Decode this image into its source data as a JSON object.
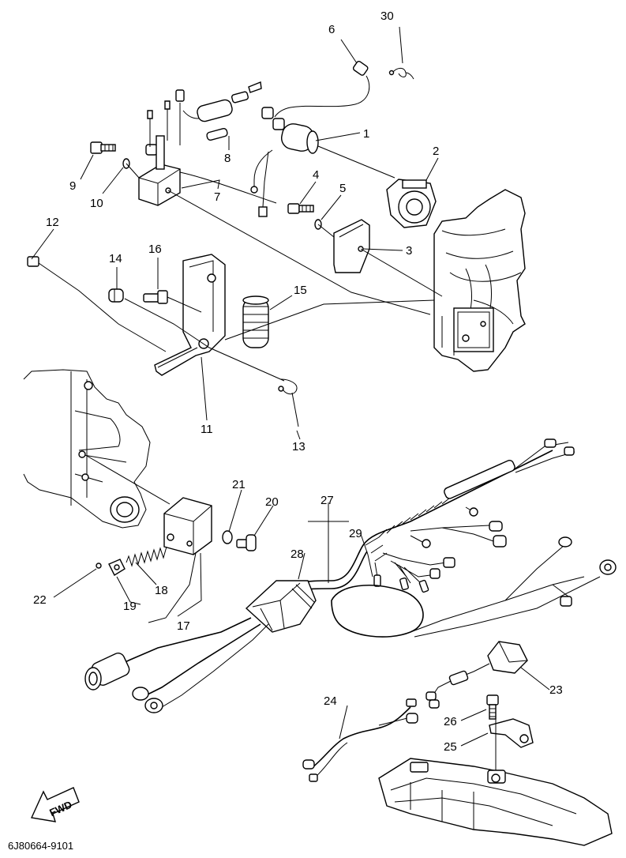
{
  "callouts": [
    {
      "id": "30",
      "label": "30"
    },
    {
      "id": "6",
      "label": "6"
    },
    {
      "id": "1",
      "label": "1"
    },
    {
      "id": "2",
      "label": "2"
    },
    {
      "id": "4",
      "label": "4"
    },
    {
      "id": "5",
      "label": "5"
    },
    {
      "id": "3",
      "label": "3"
    },
    {
      "id": "8",
      "label": "8"
    },
    {
      "id": "9",
      "label": "9"
    },
    {
      "id": "10",
      "label": "10"
    },
    {
      "id": "7",
      "label": "7"
    },
    {
      "id": "12",
      "label": "12"
    },
    {
      "id": "14",
      "label": "14"
    },
    {
      "id": "16",
      "label": "16"
    },
    {
      "id": "15",
      "label": "15"
    },
    {
      "id": "11",
      "label": "11"
    },
    {
      "id": "13",
      "label": "13"
    },
    {
      "id": "21",
      "label": "21"
    },
    {
      "id": "20",
      "label": "20"
    },
    {
      "id": "27",
      "label": "27"
    },
    {
      "id": "29",
      "label": "29"
    },
    {
      "id": "28",
      "label": "28"
    },
    {
      "id": "18",
      "label": "18"
    },
    {
      "id": "19",
      "label": "19"
    },
    {
      "id": "22",
      "label": "22"
    },
    {
      "id": "17",
      "label": "17"
    },
    {
      "id": "23",
      "label": "23"
    },
    {
      "id": "24",
      "label": "24"
    },
    {
      "id": "26",
      "label": "26"
    },
    {
      "id": "25",
      "label": "25"
    }
  ],
  "direction_badge": "FWD",
  "drawing_code": "6J80664-9101"
}
